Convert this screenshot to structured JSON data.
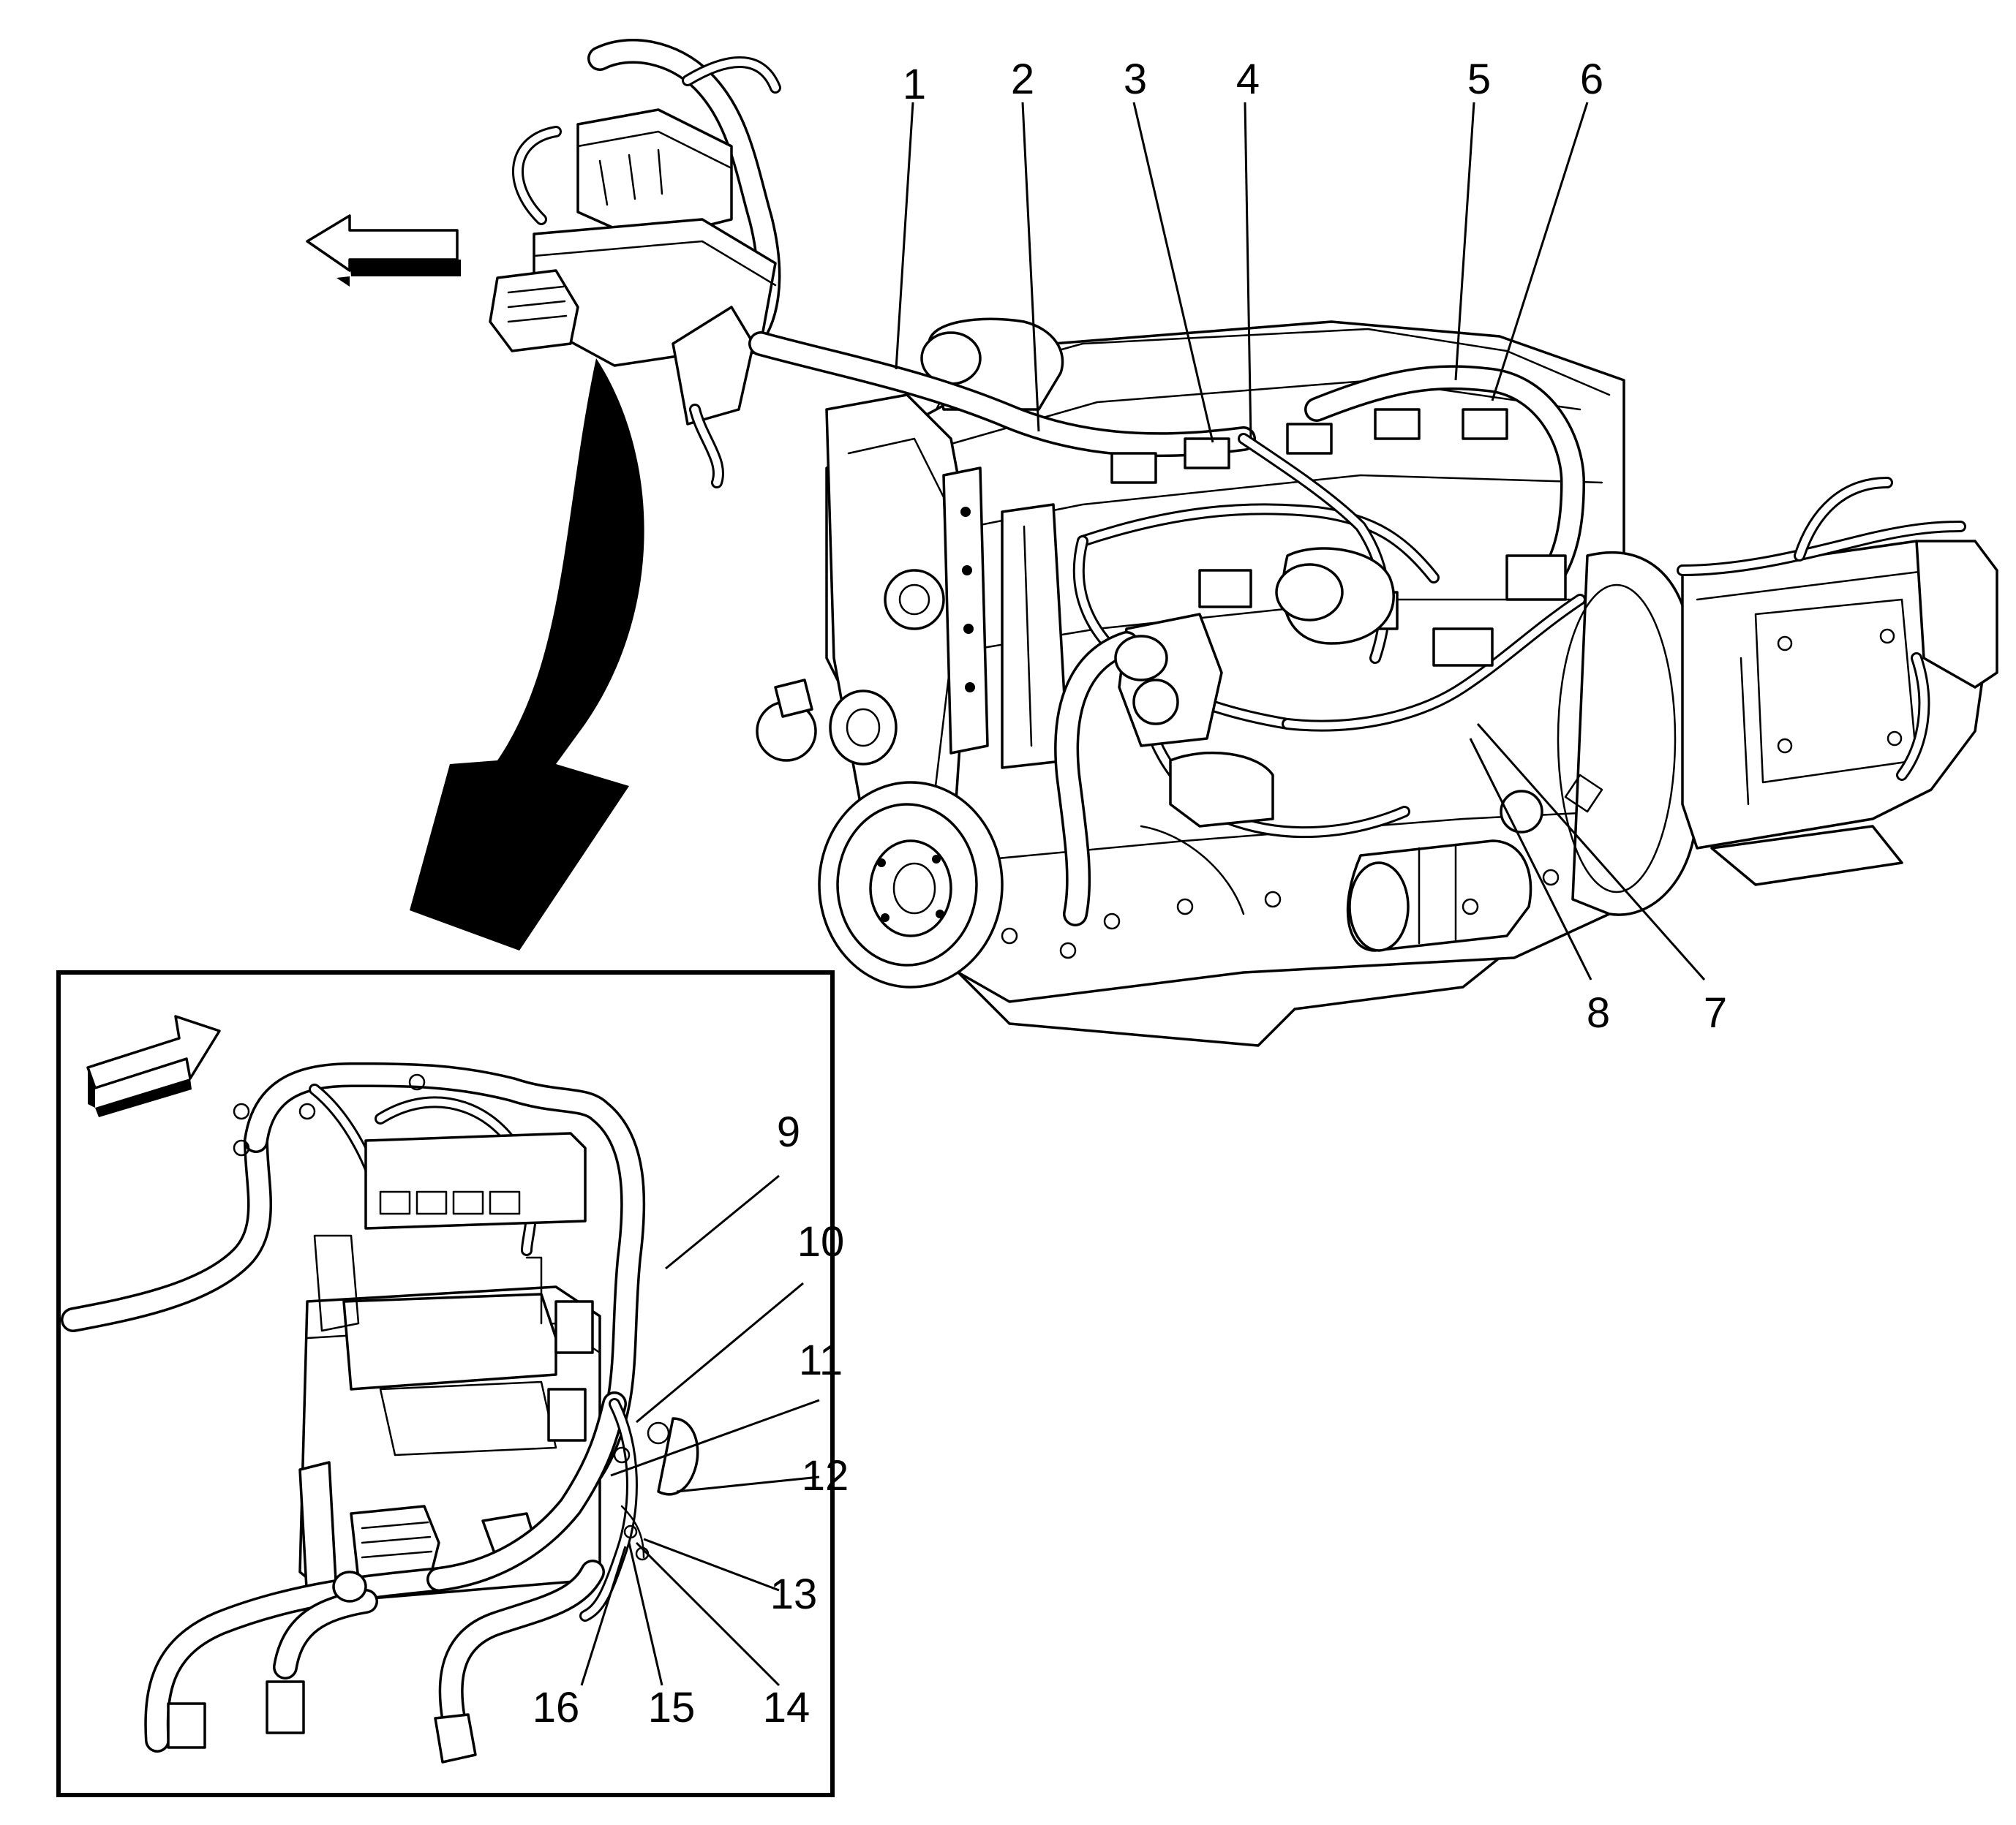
{
  "callouts": [
    "1",
    "2",
    "3",
    "4",
    "5",
    "6",
    "7",
    "8",
    "9",
    "10",
    "11",
    "12",
    "13",
    "14",
    "15",
    "16"
  ],
  "colors": {
    "ink": "#000000",
    "paper": "#ffffff"
  },
  "icons": {
    "main_arrow": "curved-arrow-icon",
    "left_arrow": "direction-arrow-left-icon",
    "inset_arrow": "direction-arrow-right-icon"
  }
}
